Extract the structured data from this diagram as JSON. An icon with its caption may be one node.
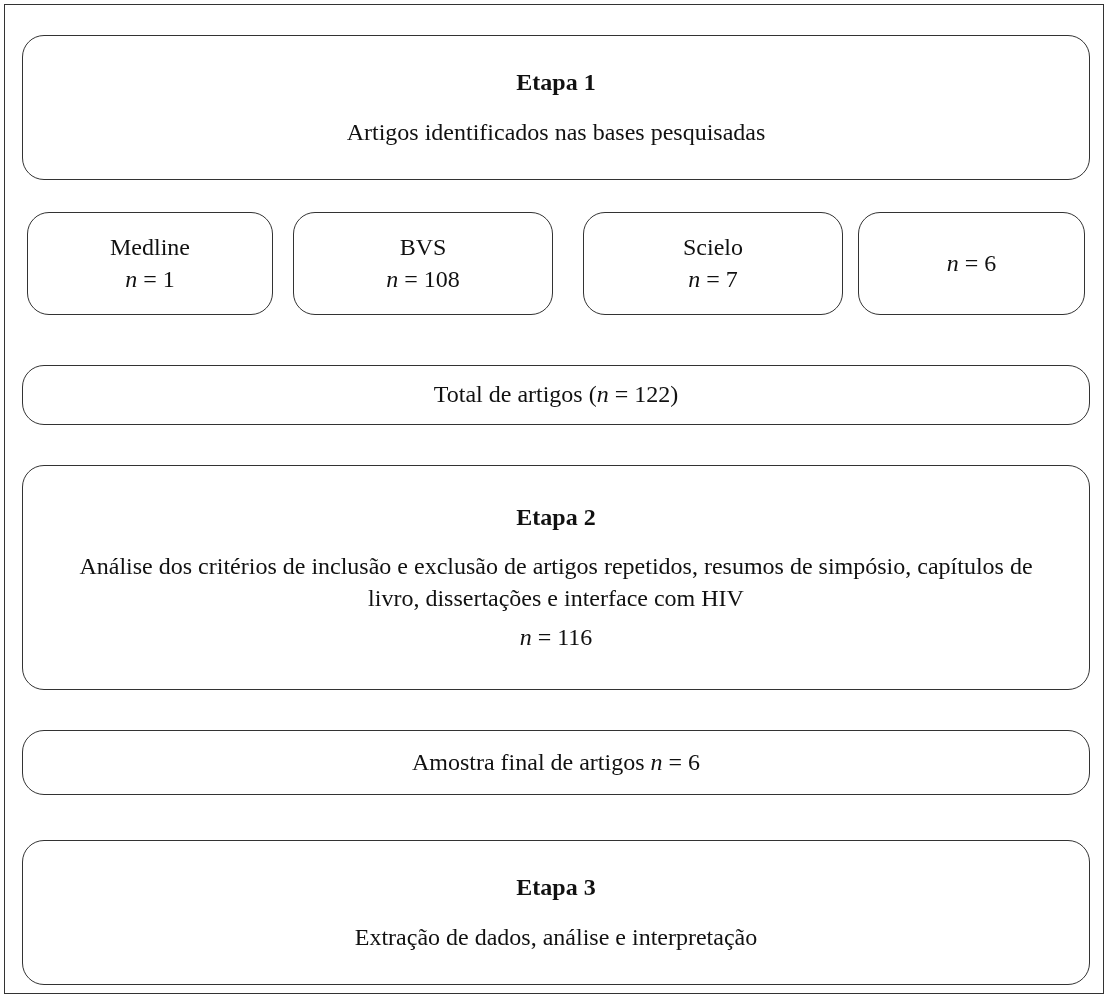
{
  "diagram": {
    "nodes": [
      {
        "text": [
          "Etapa 1",
          "Artigos identificados nas bases pesquisadas"
        ]
      },
      {
        "text": [
          "Medline",
          "*n* = 1"
        ]
      },
      {
        "text": [
          "BVS",
          "*n* = 108"
        ]
      },
      {
        "text": [
          "Scielo",
          "*n* = 7"
        ]
      },
      {
        "text": [
          "*n* = 6"
        ]
      },
      {
        "text": [
          "Total de artigos (*n* = 122)"
        ]
      },
      {
        "text": [
          "Etapa 2",
          "Análise dos critérios de inclusão e exclusão de artigos repetidos, resumos de simpósio, capítulos de livro, dissertações e interface com HIV",
          "*n* = 116"
        ]
      },
      {
        "text": [
          "Amostra final de artigos *n* = 6"
        ]
      },
      {
        "text": [
          "Etapa 3",
          "Extração de dados, análise e interpretação"
        ]
      }
    ]
  }
}
